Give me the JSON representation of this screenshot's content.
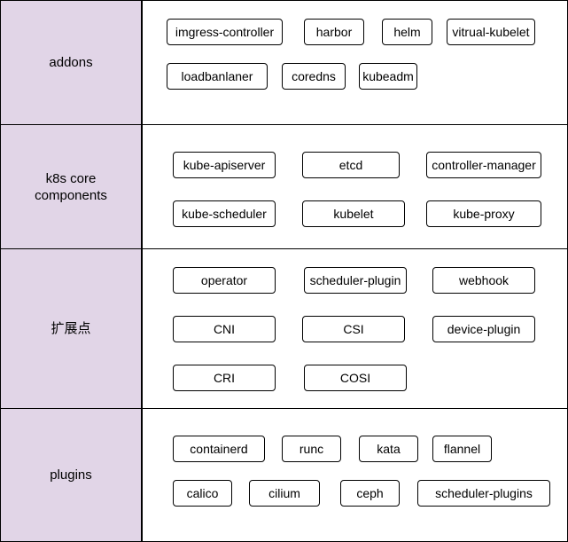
{
  "layers": [
    {
      "label": "addons",
      "items": [
        "imgress-controller",
        "harbor",
        "helm",
        "vitrual-kubelet",
        "loadbanlaner",
        "coredns",
        "kubeadm"
      ]
    },
    {
      "label": "k8s core\ncomponents",
      "items": [
        "kube-apiserver",
        "etcd",
        "controller-manager",
        "kube-scheduler",
        "kubelet",
        "kube-proxy"
      ]
    },
    {
      "label": "扩展点",
      "items": [
        "operator",
        "scheduler-plugin",
        "webhook",
        "CNI",
        "CSI",
        "device-plugin",
        "CRI",
        "COSI"
      ]
    },
    {
      "label": "plugins",
      "items": [
        "containerd",
        "runc",
        "kata",
        "flannel",
        "calico",
        "cilium",
        "ceph",
        "scheduler-plugins"
      ]
    }
  ]
}
